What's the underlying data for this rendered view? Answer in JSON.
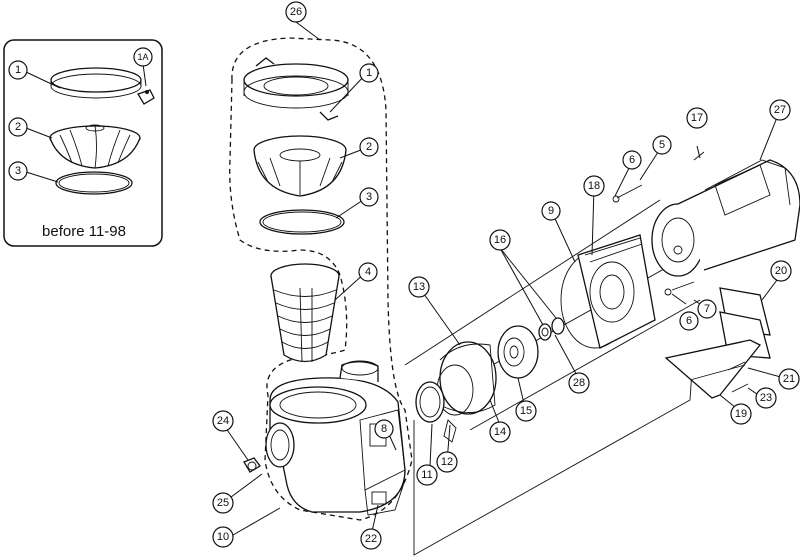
{
  "inset": {
    "caption": "before 11-98"
  },
  "callouts": {
    "c1": "1",
    "c1a": "1A",
    "c2": "2",
    "c3": "3",
    "c4": "4",
    "c5": "5",
    "c6": "6",
    "c7": "7",
    "c8": "8",
    "c9": "9",
    "c10": "10",
    "c11": "11",
    "c12": "12",
    "c13": "13",
    "c14": "14",
    "c15": "15",
    "c16": "16",
    "c17": "17",
    "c18": "18",
    "c19": "19",
    "c20": "20",
    "c21": "21",
    "c22": "22",
    "c23": "23",
    "c24": "24",
    "c25": "25",
    "c26": "26",
    "c27": "27",
    "c28": "28"
  }
}
